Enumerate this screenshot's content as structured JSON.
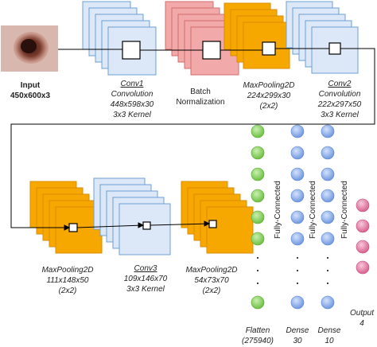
{
  "input": {
    "title": "Input",
    "size": "450x600x3"
  },
  "conv1": {
    "name": "Conv1",
    "type": "Convolution",
    "shape": "448x598x30",
    "kernel": "3x3 Kernel"
  },
  "batchnorm": {
    "line1": "Batch",
    "line2": "Normalization"
  },
  "maxpool1": {
    "name": "MaxPooling2D",
    "shape": "224x299x30",
    "pool": "(2x2)"
  },
  "conv2": {
    "name": "Conv2",
    "type": "Convolution",
    "shape": "222x297x50",
    "kernel": "3x3 Kernel"
  },
  "maxpool2": {
    "name": "MaxPooling2D",
    "shape": "111x148x50",
    "pool": "(2x2)"
  },
  "conv3": {
    "name": "Conv3",
    "shape": "109x146x70",
    "kernel": "3x3 Kernel"
  },
  "maxpool3": {
    "name": "MaxPooling2D",
    "shape": "54x73x70",
    "pool": "(2x2)"
  },
  "flatten": {
    "name": "Flatten",
    "size": "(275940)"
  },
  "dense1": {
    "name": "Dense",
    "size": "30"
  },
  "dense2": {
    "name": "Dense",
    "size": "10"
  },
  "output": {
    "name": "Output",
    "size": "4"
  },
  "fc_label": "Fully-Connected",
  "colors": {
    "conv": "#dce8f8",
    "conv_stroke": "#6d9fd6",
    "batch": "#f2a9a9",
    "batch_stroke": "#d46b6b",
    "pool": "#f7a800",
    "pool_stroke": "#d88c00",
    "flatten_node": "#8dd36a",
    "dense_node": "#8fb1ea",
    "output_node": "#e58ab0"
  }
}
